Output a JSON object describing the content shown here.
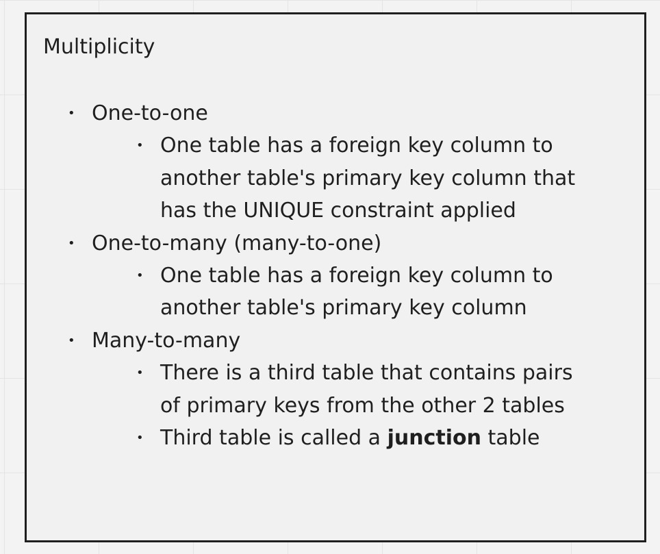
{
  "card": {
    "title": "Multiplicity",
    "items": [
      {
        "label": "One-to-one",
        "subitems": [
          {
            "text": "One table has a foreign key column to another table's primary key column that has the UNIQUE constraint applied"
          }
        ]
      },
      {
        "label": "One-to-many (many-to-one)",
        "subitems": [
          {
            "text": "One table has a foreign key column to another table's primary key column"
          }
        ]
      },
      {
        "label": "Many-to-many",
        "subitems": [
          {
            "text": "There is a third table that contains pairs of primary keys from the other 2 tables"
          },
          {
            "prefix": "Third table is called a ",
            "bold": "junction",
            "suffix": " table"
          }
        ]
      }
    ]
  }
}
